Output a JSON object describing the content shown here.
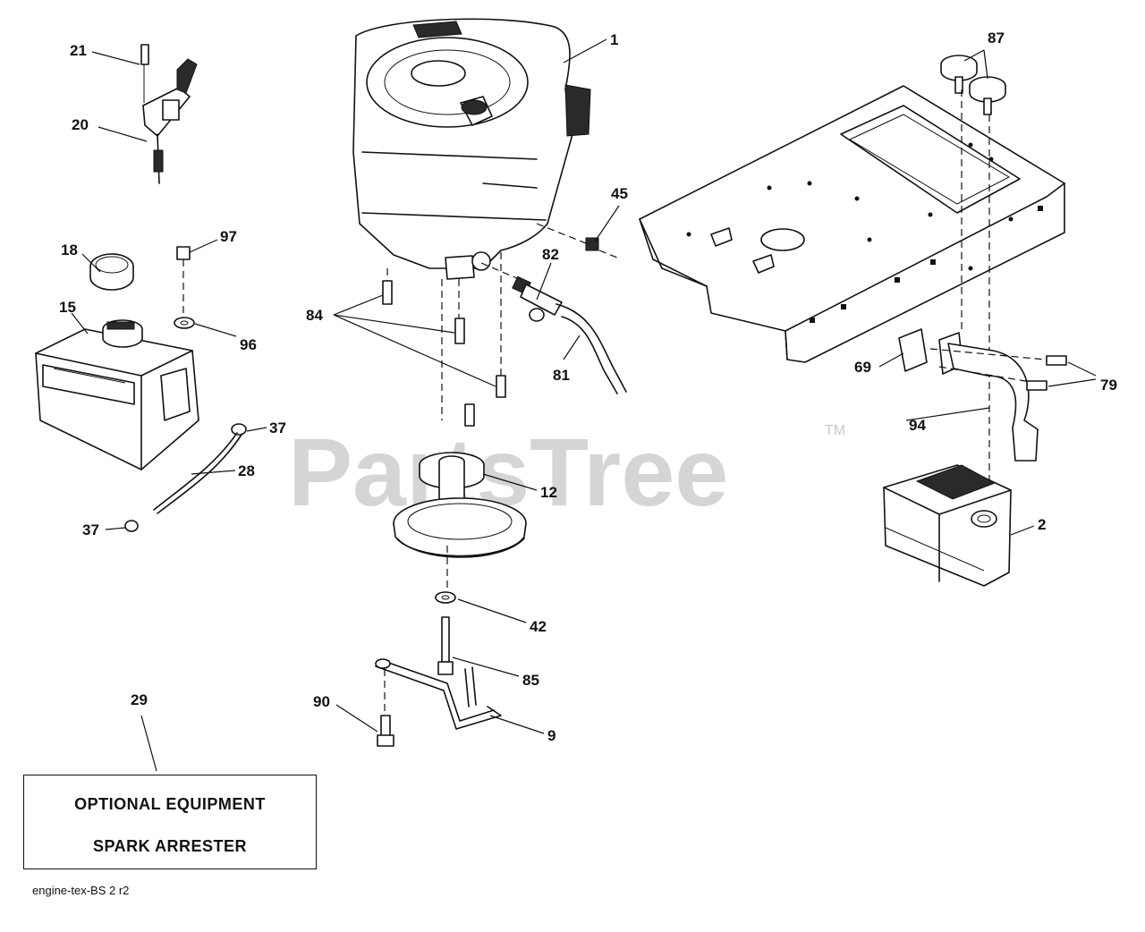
{
  "watermark": {
    "text": "PartsTree",
    "trademark": "TM"
  },
  "optional_box": {
    "line1": "OPTIONAL EQUIPMENT",
    "line2": "SPARK ARRESTER"
  },
  "drawing_ref": "engine-tex-BS 2 r2",
  "callouts": {
    "c1": "1",
    "c2": "2",
    "c9": "9",
    "c12": "12",
    "c15": "15",
    "c18": "18",
    "c20": "20",
    "c21": "21",
    "c28": "28",
    "c29": "29",
    "c37a": "37",
    "c37b": "37",
    "c42": "42",
    "c45": "45",
    "c69": "69",
    "c79": "79",
    "c81": "81",
    "c82": "82",
    "c84": "84",
    "c85": "85",
    "c87": "87",
    "c90": "90",
    "c94": "94",
    "c96": "96",
    "c97": "97"
  }
}
